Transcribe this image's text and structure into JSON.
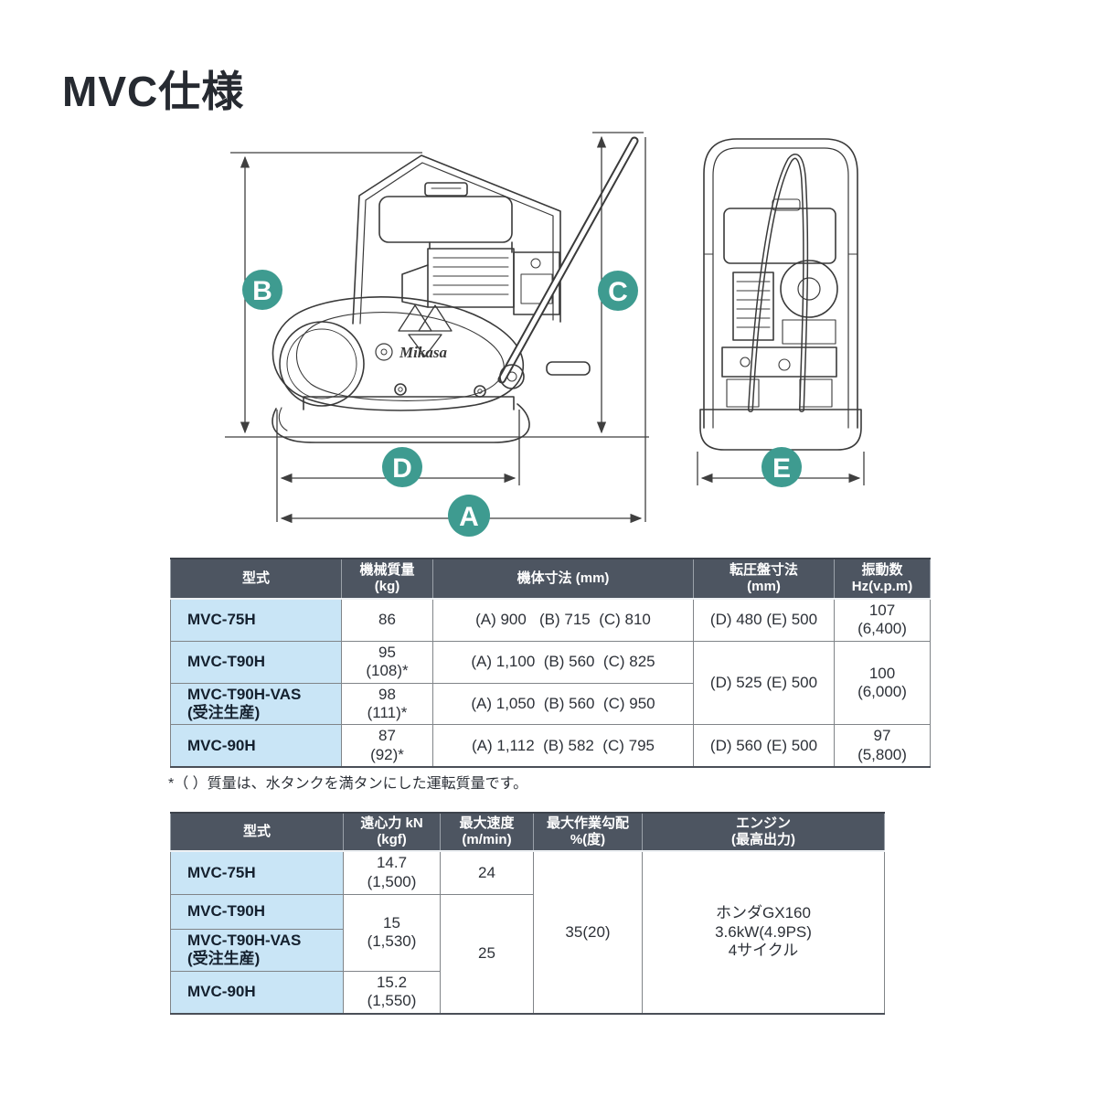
{
  "page": {
    "title": "MVC仕様"
  },
  "diagram": {
    "accent_color": "#3E9B90",
    "brand_text": "Mikasa",
    "dim_labels": {
      "A": "A",
      "B": "B",
      "C": "C",
      "D": "D",
      "E": "E"
    }
  },
  "table1": {
    "headers": {
      "model": "型式",
      "mass": "機械質量\n(kg)",
      "body": "機体寸法 (mm)",
      "plate": "転圧盤寸法\n(mm)",
      "vib": "振動数\nHz(v.p.m)"
    },
    "rows": [
      {
        "model": "MVC-75H",
        "mass": "86",
        "body": "(A) 900   (B) 715  (C) 810",
        "plate": "(D) 480 (E) 500",
        "vib": "107\n(6,400)"
      },
      {
        "model": "MVC-T90H",
        "mass": "95\n(108)*",
        "body": "(A) 1,100  (B) 560  (C) 825",
        "plate": "(D) 525 (E) 500",
        "vib": "100\n(6,000)"
      },
      {
        "model": "MVC-T90H-VAS\n(受注生産)",
        "mass": "98\n(111)*",
        "body": "(A) 1,050  (B) 560  (C) 950"
      },
      {
        "model": "MVC-90H",
        "mass": "87\n(92)*",
        "body": "(A) 1,112  (B) 582  (C) 795",
        "plate": "(D) 560 (E) 500",
        "vib": "97\n(5,800)"
      }
    ]
  },
  "footnote": "*（ ）質量は、水タンクを満タンにした運転質量です。",
  "table2": {
    "headers": {
      "model": "型式",
      "force": "遠心力 kN\n(kgf)",
      "speed": "最大速度\n(m/min)",
      "gradient": "最大作業勾配\n%(度)",
      "engine": "エンジン\n(最高出力)"
    },
    "rows": [
      {
        "model": "MVC-75H",
        "force": "14.7\n(1,500)",
        "speed": "24",
        "gradient": "35(20)",
        "engine": "ホンダGX160\n3.6kW(4.9PS)\n4サイクル"
      },
      {
        "model": "MVC-T90H",
        "force": "15\n(1,530)",
        "speed": "25"
      },
      {
        "model": "MVC-T90H-VAS\n(受注生産)"
      },
      {
        "model": "MVC-90H",
        "force": "15.2\n(1,550)"
      }
    ]
  }
}
